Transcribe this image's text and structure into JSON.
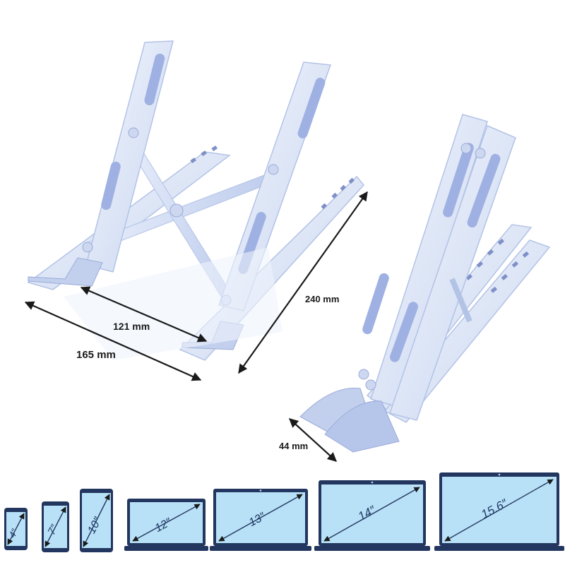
{
  "dimensions": {
    "width": "165 mm",
    "span": "121 mm",
    "length": "240 mm",
    "folded_thickness": "44 mm"
  },
  "devices": [
    {
      "size": "4″"
    },
    {
      "size": "7″"
    },
    {
      "size": "10″"
    },
    {
      "size": "12″"
    },
    {
      "size": "13″"
    },
    {
      "size": "14″"
    },
    {
      "size": "15.6″"
    }
  ],
  "colors": {
    "aluminum": "#dde6f7",
    "aluminum_edge": "#b3c3e6",
    "pad": "#9fb0e2",
    "device_frame": "#22365f",
    "device_screen": "#b8e1f7",
    "arrow": "#1a1a1a"
  }
}
